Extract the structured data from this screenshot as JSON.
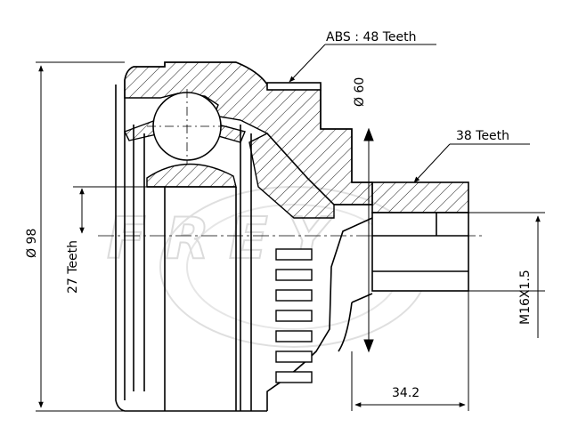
{
  "drawing": {
    "watermark": "FREY",
    "dimensions": {
      "abs_teeth": "ABS : 48 Teeth",
      "outer_diameter": "Ø 98",
      "seat_diameter": "Ø 60",
      "spline_teeth_outer": "38 Teeth",
      "spline_teeth_inner": "27 Teeth",
      "thread": "M16X1.5",
      "stub_length": "34.2"
    }
  }
}
